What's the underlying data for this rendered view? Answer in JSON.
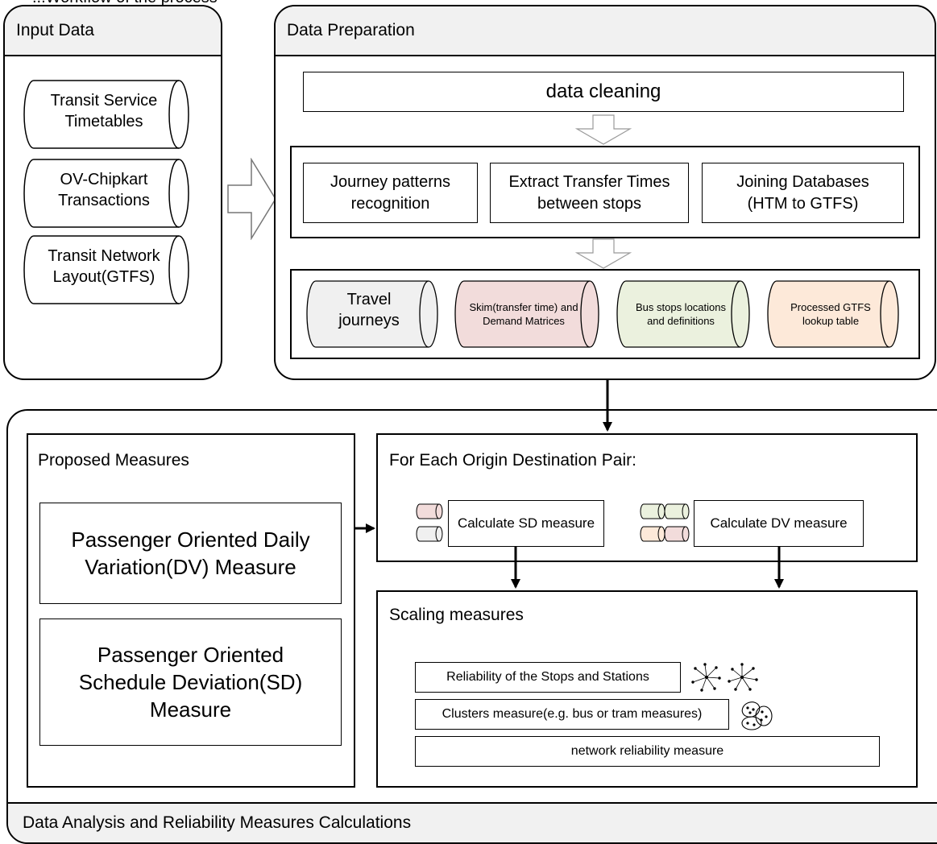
{
  "top_clip": "...Workflow of the process",
  "panels": {
    "input": {
      "title": "Input Data",
      "items": [
        "Transit Service\nTimetables",
        "OV-Chipkart\nTransactions",
        "Transit Network\nLayout(GTFS)"
      ]
    },
    "prep": {
      "title": "Data Preparation",
      "cleaning": "data cleaning",
      "steps": [
        "Journey patterns\nrecognition",
        "Extract Transfer Times\nbetween stops",
        "Joining Databases\n(HTM to GTFS)"
      ],
      "outputs": [
        {
          "label": "Travel\njourneys",
          "color": "#f0f0f0"
        },
        {
          "label": "Skim(transfer time) and\nDemand Matrices",
          "color": "#f2dcdb"
        },
        {
          "label": "Bus stops locations\nand definitions",
          "color": "#ebf1de"
        },
        {
          "label": "Processed GTFS\nlookup table",
          "color": "#fde9d9"
        }
      ]
    },
    "analysis": {
      "footer": "Data Analysis and Reliability Measures Calculations",
      "proposed": {
        "title": "Proposed Measures",
        "dv": "Passenger Oriented Daily\nVariation(DV) Measure",
        "sd": "Passenger Oriented\nSchedule Deviation(SD)\nMeasure"
      },
      "od": {
        "title": "For Each Origin Destination Pair:",
        "sd_calc": "Calculate SD measure",
        "dv_calc": "Calculate DV measure"
      },
      "scaling": {
        "title": "Scaling measures",
        "stops": "Reliability of the Stops and Stations",
        "clusters": "Clusters measure(e.g. bus or tram measures)",
        "network": "network reliability measure"
      }
    }
  }
}
